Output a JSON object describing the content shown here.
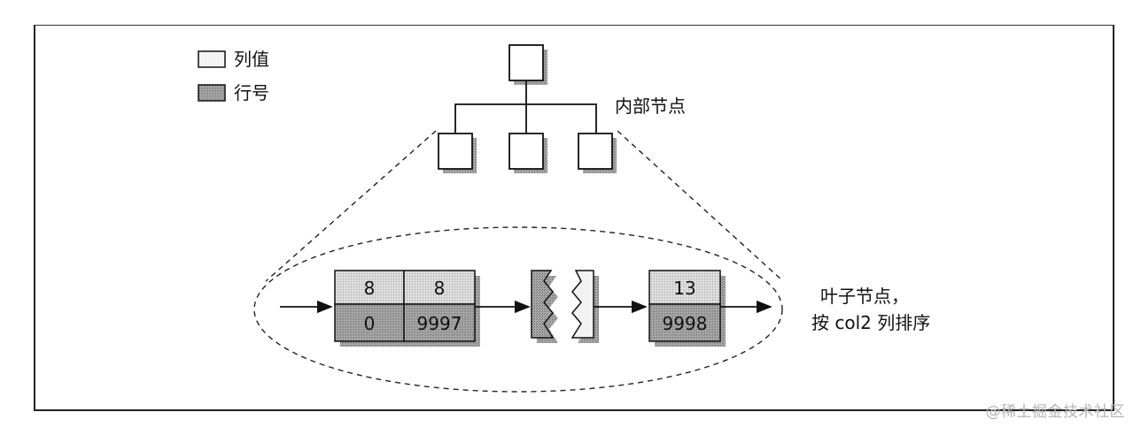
{
  "legend": {
    "column_value": "列值",
    "row_number": "行号"
  },
  "labels": {
    "internal_nodes": "内部节点",
    "leaf_nodes_line1": "叶子节点，",
    "leaf_nodes_line2": "按 col2 列排序"
  },
  "leaf_pages": [
    {
      "values": [
        "8",
        "8"
      ],
      "row_numbers": [
        "0",
        "9997"
      ]
    },
    {
      "values": [
        "13"
      ],
      "row_numbers": [
        "9998"
      ]
    }
  ],
  "watermark": "@稀土掘金技术社区",
  "colors": {
    "ink": "#1a1a1a",
    "value_cell": "#d6d6d6",
    "row_cell": "#8f8f8f",
    "shadow": "#9a9a9a",
    "background": "#ffffff"
  }
}
